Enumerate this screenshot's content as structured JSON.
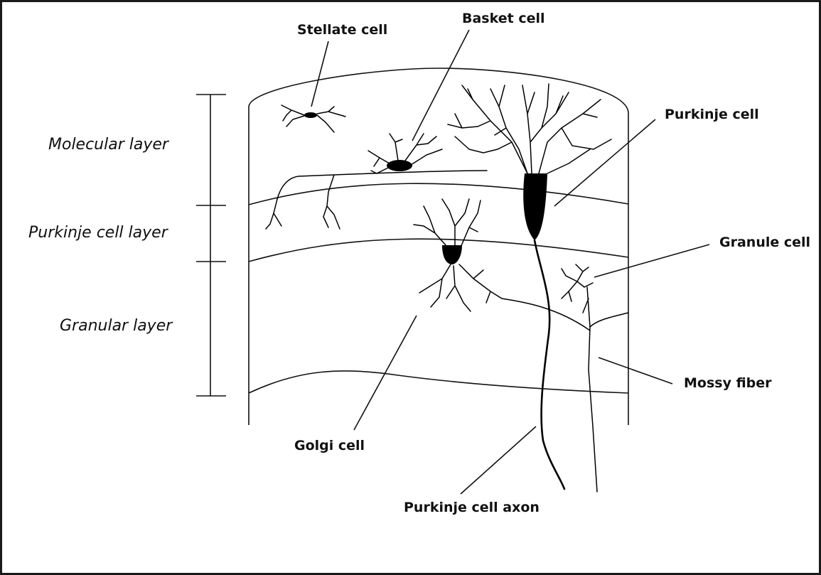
{
  "layers": {
    "molecular": "Molecular layer",
    "purkinje": "Purkinje cell layer",
    "granular": "Granular layer"
  },
  "labels": {
    "stellate": "Stellate cell",
    "basket": "Basket cell",
    "purkinje_cell": "Purkinje cell",
    "granule": "Granule cell",
    "mossy": "Mossy fiber",
    "golgi": "Golgi cell",
    "axon": "Purkinje cell axon"
  }
}
